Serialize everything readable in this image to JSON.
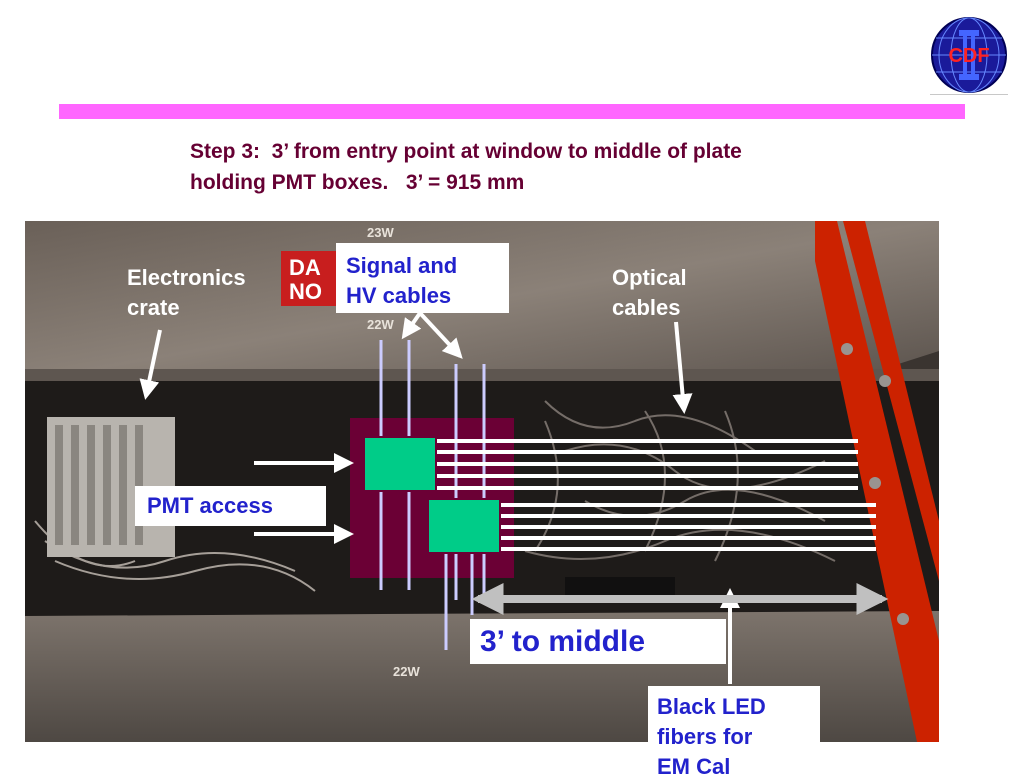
{
  "logo": {
    "text": "CDF"
  },
  "title": {
    "line1": "Step 3:  3’ from entry point at window to middle of plate",
    "line2": "holding PMT boxes.   3’ = 915 mm"
  },
  "photo": {
    "sign_text_1": "DA",
    "sign_text_2": "NO",
    "marking_top": "23W",
    "marking_mid": "22W",
    "marking_bottom": "22W"
  },
  "labels": {
    "electronics_crate": "Electronics\ncrate",
    "optical_cables": "Optical\ncables"
  },
  "callouts": {
    "signal_hv": "Signal and\nHV cables",
    "pmt_access": "PMT access",
    "three_to_middle": "3’ to middle",
    "black_led": "Black LED\nfibers for\nEM Cal"
  },
  "colors": {
    "pink_bar": "#ff66ff",
    "title_text": "#660033",
    "callout_text": "#2222cc",
    "pmt_box": "#00cc88",
    "plate": "#6b0035",
    "ladder": "#cc2200"
  }
}
